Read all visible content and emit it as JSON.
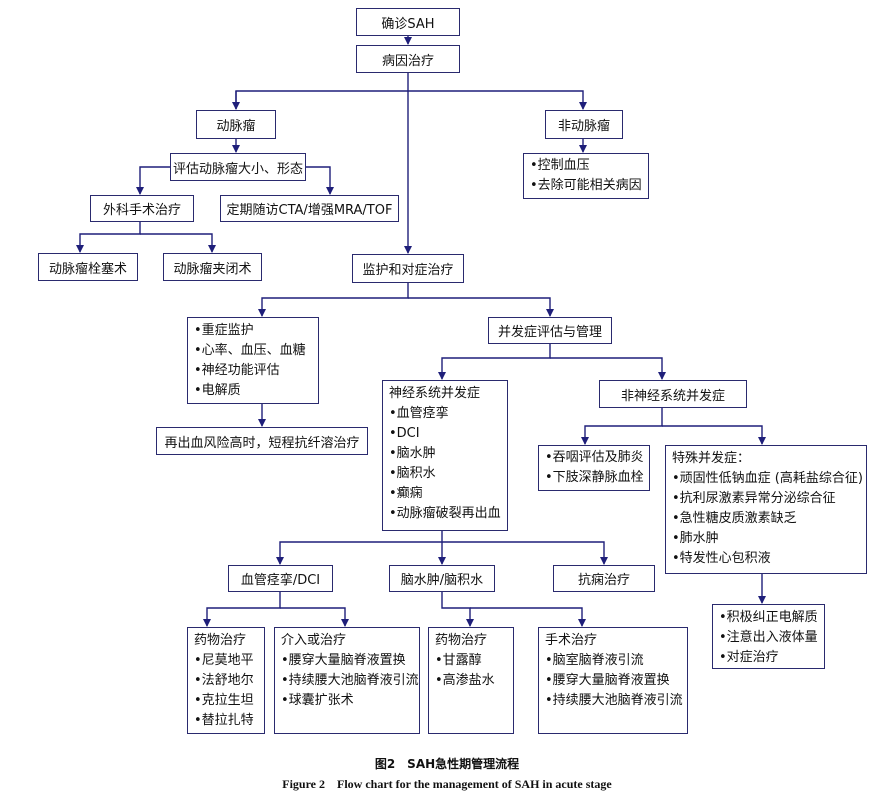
{
  "diagram": {
    "nodes": {
      "confirm": "确诊SAH",
      "etiology": "病因治疗",
      "aneurysm": "动脉瘤",
      "non_aneurysm": "非动脉瘤",
      "non_aneurysm_items": [
        "•控制血压",
        "•去除可能相关病因"
      ],
      "assess": "评估动脉瘤大小、形态",
      "surgery": "外科手术治疗",
      "followup": "定期随访CTA/增强MRA/TOF",
      "embolization": "动脉瘤栓塞术",
      "clipping": "动脉瘤夹闭术",
      "monitor": "监护和对症治疗",
      "icu_items": [
        "•重症监护",
        "•心率、血压、血糖",
        "•神经功能评估",
        "•电解质"
      ],
      "complication": "并发症评估与管理",
      "rebleed": "再出血风险高时，短程抗纤溶治疗",
      "neuro_title": "神经系统并发症",
      "neuro_items": [
        "•血管痉挛",
        "•DCI",
        "•脑水肿",
        "•脑积水",
        "•癫痫",
        "•动脉瘤破裂再出血"
      ],
      "non_neuro": "非神经系统并发症",
      "swallow_items": [
        "•吞咽评估及肺炎",
        "•下肢深静脉血栓"
      ],
      "special_title": "特殊并发症：",
      "special_items": [
        "•顽固性低钠血症 (高耗盐综合征)",
        "•抗利尿激素异常分泌综合征",
        "•急性糖皮质激素缺乏",
        "•肺水肿",
        "•特发性心包积液"
      ],
      "vaso": "血管痉挛/DCI",
      "edema": "脑水肿/脑积水",
      "epilepsy": "抗痫治疗",
      "drug_title": "药物治疗",
      "drug_items": [
        "•尼莫地平",
        "•法舒地尔",
        "•克拉生坦",
        "•替拉扎特"
      ],
      "interv_title": "介入或治疗",
      "interv_items": [
        "•腰穿大量脑脊液置换",
        "•持续腰大池脑脊液引流",
        "•球囊扩张术"
      ],
      "drug2_title": "药物治疗",
      "drug2_items": [
        "•甘露醇",
        "•高渗盐水"
      ],
      "surg2_title": "手术治疗",
      "surg2_items": [
        "•脑室脑脊液引流",
        "•腰穿大量脑脊液置换",
        "•持续腰大池脑脊液引流"
      ],
      "electro_items": [
        "•积极纠正电解质",
        "•注意出入液体量",
        "•对症治疗"
      ]
    }
  },
  "caption": {
    "zh": "图2　SAH急性期管理流程",
    "en": "Figure 2　Flow chart for the management of SAH in acute stage"
  },
  "colors": {
    "line": "#1f1f7a",
    "border": "#2a2a6e"
  }
}
